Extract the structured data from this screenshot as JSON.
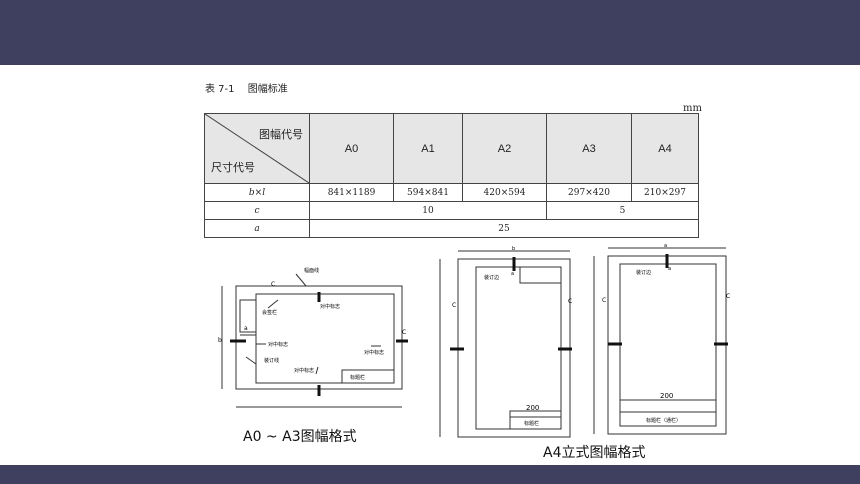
{
  "caption": {
    "number": "表 7-1",
    "title": "图幅标准"
  },
  "unit": "mm",
  "table": {
    "header_top": "图幅代号",
    "header_bottom": "尺寸代号",
    "columns": [
      "A0",
      "A1",
      "A2",
      "A3",
      "A4"
    ],
    "rows": [
      {
        "label": "b×l",
        "cells": [
          "841×1189",
          "594×841",
          "420×594",
          "297×420",
          "210×297"
        ]
      },
      {
        "label": "c",
        "merged": [
          {
            "value": "10",
            "span": 3
          },
          {
            "value": "5",
            "span": 2
          }
        ]
      },
      {
        "label": "a",
        "merged": [
          {
            "value": "25",
            "span": 5
          }
        ]
      }
    ]
  },
  "fig_left": {
    "caption": "A0 ~ A3图幅格式",
    "labels": {
      "border_line": "幅面线",
      "center_mark_top": "对中标志",
      "signature_box": "会签栏",
      "center_mark_left": "对中标志",
      "binding_line": "装订线",
      "center_mark_right": "对中标志",
      "center_mark_bottom": "对中标志",
      "title_block": "标题栏",
      "dim_c": "C",
      "dim_a": "a",
      "dim_b": "b"
    }
  },
  "fig_mid": {
    "labels": {
      "binding": "装订边",
      "dim_200": "200",
      "title_block": "标题栏",
      "dim_b": "b",
      "dim_a": "a",
      "dim_c": "C"
    }
  },
  "fig_right": {
    "caption": "A4立式图幅格式",
    "labels": {
      "binding": "装订边",
      "dim_200": "200",
      "title_block": "标题栏（通栏）",
      "dim_a": "a",
      "dim_c": "C"
    }
  }
}
